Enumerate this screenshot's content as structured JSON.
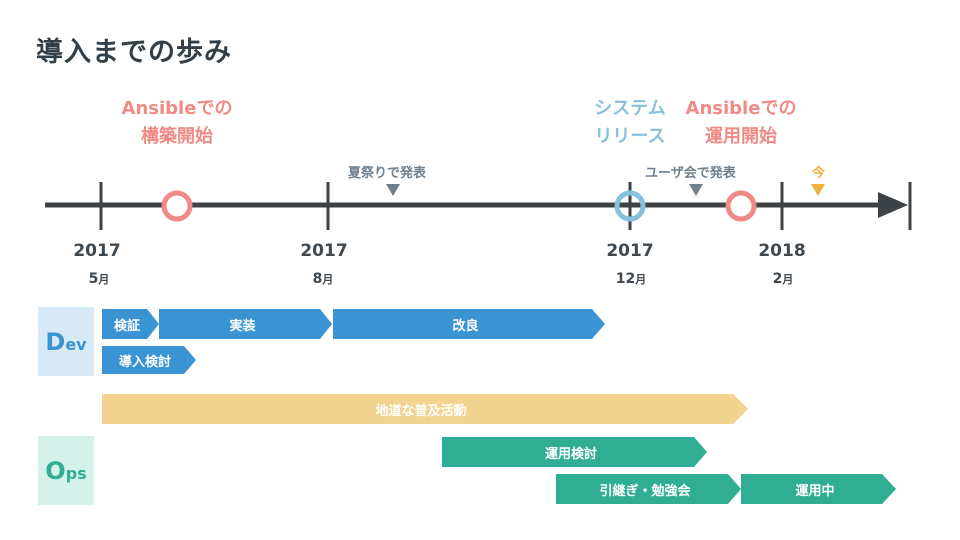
{
  "title": "導入までの歩み",
  "colors": {
    "axis": "#3d4246",
    "milestone_red": "#ef8a87",
    "milestone_blue": "#88c1db",
    "marker_gray": "#6f7f8d",
    "marker_now": "#efb13e",
    "dev_bar": "#3a93d3",
    "ops_bar": "#2fae93",
    "activity_bar": "#f2d38f",
    "dev_lane_bg": "#d7eaf5",
    "ops_lane_bg": "#d4f1ea"
  },
  "events": {
    "ansible_build": [
      "Ansibleでの",
      "構築開始"
    ],
    "system_release": [
      "システム",
      "リリース"
    ],
    "ansible_ops": [
      "Ansibleでの",
      "運用開始"
    ]
  },
  "markers": {
    "summer_fest": "夏祭りで発表",
    "user_meeting": "ユーザ会で発表",
    "now": "今"
  },
  "dates": [
    {
      "year": "2017",
      "month": "5",
      "unit": "月"
    },
    {
      "year": "2017",
      "month": "8",
      "unit": "月"
    },
    {
      "year": "2017",
      "month": "12",
      "unit": "月"
    },
    {
      "year": "2018",
      "month": "2",
      "unit": "月"
    }
  ],
  "lanes": {
    "dev": {
      "initial": "D",
      "rest": "ev"
    },
    "ops": {
      "initial": "O",
      "rest": "ps"
    }
  },
  "phases": {
    "verify": "検証",
    "implement": "実装",
    "improve": "改良",
    "adoption_study": "導入検討",
    "outreach": "地道な普及活動",
    "ops_study": "運用検討",
    "handover": "引継ぎ・勉強会",
    "in_operation": "運用中"
  }
}
